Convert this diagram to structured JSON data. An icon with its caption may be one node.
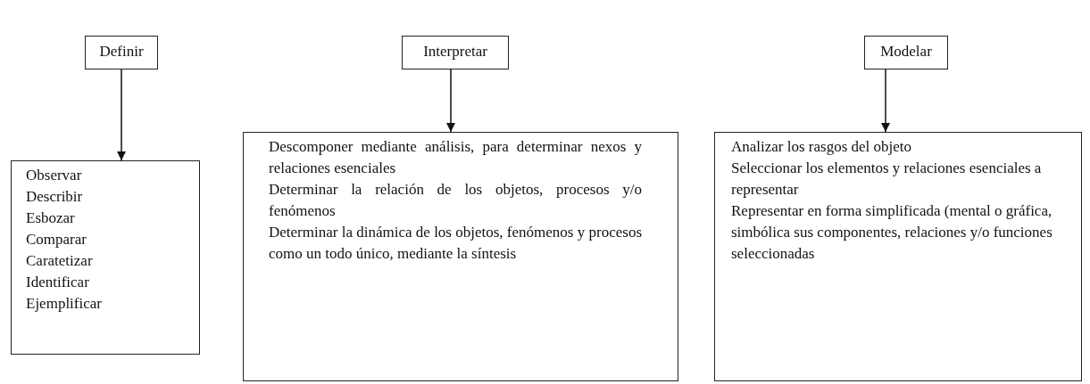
{
  "diagram": {
    "nodes": [
      {
        "text": [
          "Definir"
        ]
      },
      {
        "text": [
          "Interpretar"
        ]
      },
      {
        "text": [
          "Modelar"
        ]
      },
      {
        "text": [
          "Observar",
          "Describir",
          "Esbozar",
          "Comparar",
          "Caratetizar",
          "Identificar",
          "Ejemplificar"
        ]
      },
      {
        "text": [
          "Descomponer mediante análisis, para determinar nexos y relaciones esenciales",
          "Determinar la relación de los objetos, procesos y/o fenómenos",
          "Determinar la dinámica de los objetos, fenómenos y procesos como un todo único, mediante la síntesis"
        ]
      },
      {
        "text": [
          "Analizar los rasgos del objeto",
          "Seleccionar los elementos y relaciones esenciales a representar",
          "Representar en forma simplificada (mental o gráfica, simbólica sus componentes, relaciones y/o funciones seleccionadas"
        ]
      }
    ],
    "edges": [
      {
        "from": 0,
        "to": 3,
        "arrow": "to"
      },
      {
        "from": 1,
        "to": 4,
        "arrow": "to"
      },
      {
        "from": 2,
        "to": 5,
        "arrow": "to"
      }
    ]
  }
}
